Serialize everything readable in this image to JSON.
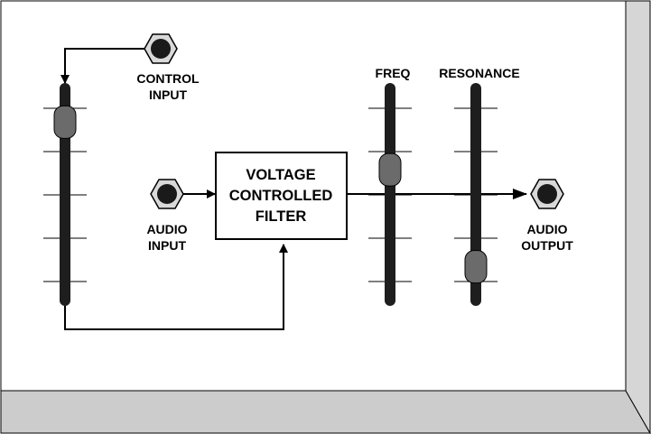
{
  "colors": {
    "panel_face": "#ffffff",
    "panel_side": "#d4d4d4",
    "panel_bottom": "#cccccc",
    "line": "#000000",
    "slider_track": "#1e1e1e",
    "slider_thumb": "#6b6b6b",
    "jack_outer": "#d9d9d9",
    "jack_hole": "#1a1a1a"
  },
  "jacks": {
    "control_input": {
      "line1": "CONTROL",
      "line2": "INPUT",
      "icon": "jack-icon"
    },
    "audio_input": {
      "line1": "AUDIO",
      "line2": "INPUT",
      "icon": "jack-icon"
    },
    "audio_output": {
      "line1": "AUDIO",
      "line2": "OUTPUT",
      "icon": "jack-icon"
    }
  },
  "filter_box": {
    "line1": "VOLTAGE",
    "line2": "CONTROLLED",
    "line3": "FILTER"
  },
  "sliders": {
    "control": {
      "label": "",
      "level": 0.88
    },
    "freq": {
      "label": "FREQ",
      "level": 0.63
    },
    "resonance": {
      "label": "RESONANCE",
      "level": 0.12
    }
  }
}
